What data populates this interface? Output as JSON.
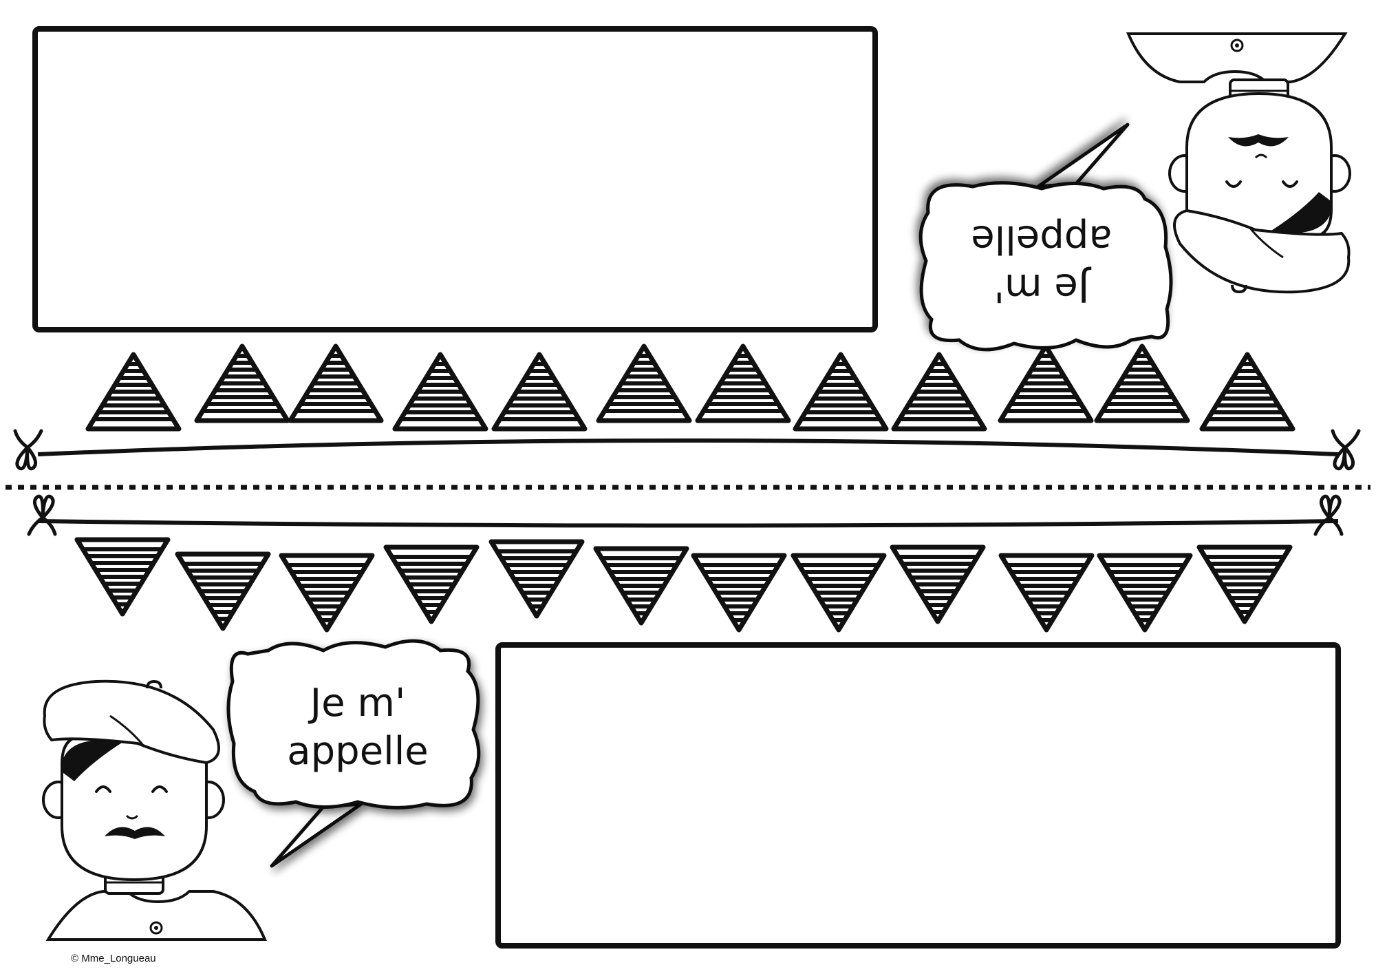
{
  "speech": {
    "line1": "Je m'",
    "line2": "appelle"
  },
  "credit": "© Mme_Longueau",
  "colors": {
    "ink": "#111111",
    "paper": "#ffffff"
  },
  "icons": {
    "pennant": "striped-triangle-flag",
    "character": "french-boy-with-beret",
    "bow": "ribbon-bow"
  }
}
